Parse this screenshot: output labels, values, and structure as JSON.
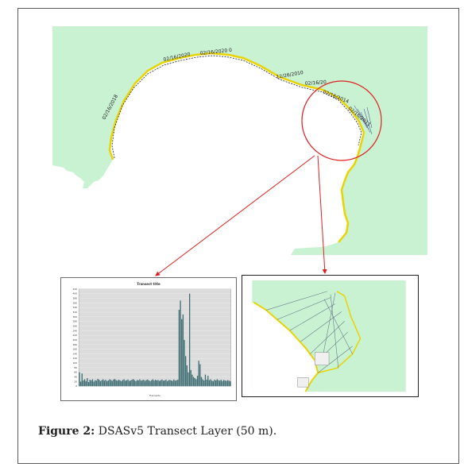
{
  "figure": {
    "label": "Figure 2:",
    "caption": "DSASv5 Transect Layer (50 m)."
  },
  "map": {
    "date_labels": [
      "02/16/2020",
      "02/16/2020 0",
      "02/16/2018",
      "12/26/2010",
      "02/16/20",
      "02/16/2014",
      "02/16/2011"
    ]
  },
  "colors": {
    "land": "#c9f2d2",
    "shoreline": "#e8d400",
    "transect": "#3b3b8f",
    "highlight": "#e02020",
    "bar": "#3f6f74"
  },
  "chart_data": {
    "type": "bar",
    "title": "Transect title",
    "xlabel": "Transects",
    "ylabel": "",
    "ylim": [
      0,
      420
    ],
    "values": [
      60,
      20,
      55,
      25,
      30,
      22,
      35,
      18,
      28,
      25,
      30,
      20,
      26,
      24,
      32,
      28,
      22,
      26,
      30,
      24,
      28,
      22,
      25,
      30,
      27,
      23,
      29,
      31,
      26,
      24,
      28,
      25,
      22,
      27,
      30,
      24,
      26,
      29,
      23,
      25,
      28,
      31,
      26,
      22,
      27,
      25,
      30,
      24,
      26,
      28,
      23,
      27,
      29,
      25,
      22,
      26,
      30,
      24,
      28,
      25,
      27,
      23,
      26,
      29,
      24,
      25,
      28,
      22,
      26,
      27,
      25,
      23,
      29,
      24,
      26,
      28,
      330,
      370,
      290,
      310,
      200,
      130,
      90,
      60,
      400,
      70,
      50,
      40,
      35,
      30,
      45,
      110,
      95,
      40,
      30,
      25,
      50,
      28,
      45,
      26,
      30,
      24,
      22,
      28,
      25,
      30,
      26,
      24,
      28,
      22,
      27,
      25,
      23,
      26,
      24,
      22
    ]
  }
}
